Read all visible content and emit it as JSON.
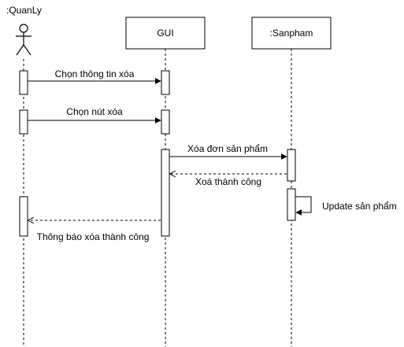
{
  "participants": {
    "actor": {
      "label": ":QuanLy"
    },
    "gui": {
      "label": "GUI"
    },
    "sanpham": {
      "label": ":Sanpham"
    }
  },
  "messages": {
    "m1": {
      "label": "Chọn thông tin xóa"
    },
    "m2": {
      "label": "Chọn nút xóa"
    },
    "m3": {
      "label": "Xóa đơn sản phẩm"
    },
    "m4": {
      "label": "Xoá thành công"
    },
    "m5": {
      "label": "Update sản phẩm"
    },
    "m6": {
      "label": "Thông báo xóa thành công"
    }
  },
  "colors": {
    "stroke": "#000000",
    "fill": "#ffffff"
  }
}
